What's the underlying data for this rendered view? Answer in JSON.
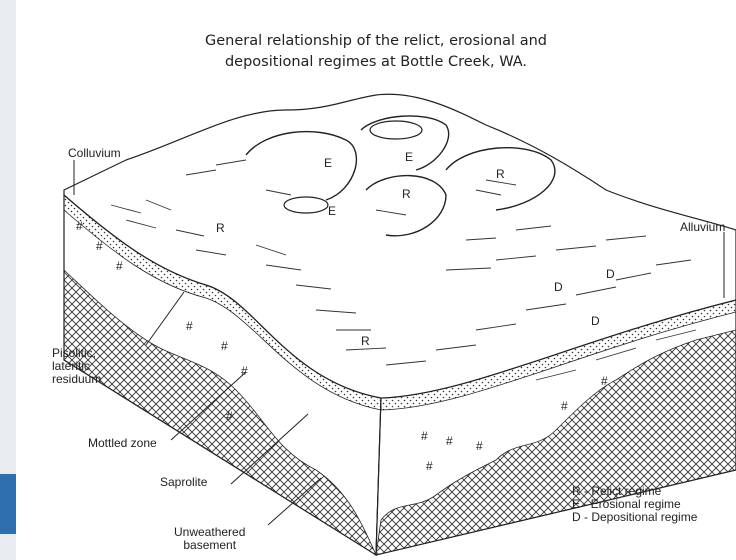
{
  "title_line1": "General relationship of the relict, erosional and",
  "title_line2": "depositional regimes at Bottle Creek, WA.",
  "labels": {
    "colluvium": "Colluvium",
    "alluvium": "Alluvium",
    "pisolitic_1": "Pisolitic,",
    "pisolitic_2": "lateritic",
    "pisolitic_3": "residuum",
    "mottled": "Mottled zone",
    "saprolite": "Saprolite",
    "unweathered_1": "Unweathered",
    "unweathered_2": "basement"
  },
  "region_markers": {
    "relict": "R",
    "erosional": "E",
    "depositional": "D"
  },
  "legend": {
    "relict": "R - Relict regime",
    "erosional": "E - Erosional regime",
    "depositional": "D - Depositional regime"
  }
}
